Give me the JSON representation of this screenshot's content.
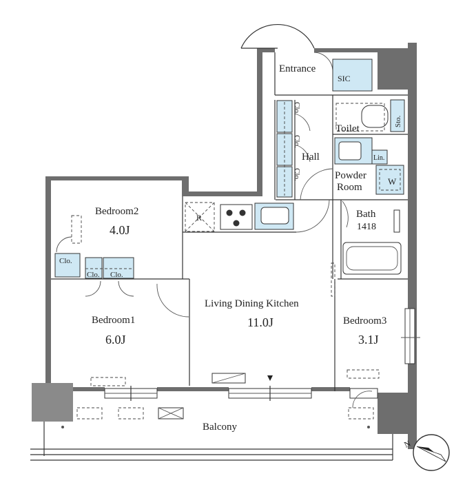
{
  "rooms": {
    "entrance": "Entrance",
    "sic": "SIC",
    "toilet": "Toilet",
    "sto": "Sto.",
    "hall": "Hall",
    "lin": "Lin.",
    "powder_room_line1": "Powder",
    "powder_room_line2": "Room",
    "washer": "W",
    "bath": "Bath",
    "bath_size": "1418",
    "bedroom2": "Bedroom2",
    "bedroom2_size": "4.0J",
    "bedroom1": "Bedroom1",
    "bedroom1_size": "6.0J",
    "bedroom3": "Bedroom3",
    "bedroom3_size": "3.1J",
    "ldk": "Living Dining Kitchen",
    "ldk_size": "11.0J",
    "balcony": "Balcony",
    "refrigerator": "R"
  },
  "closets": {
    "hall_clo_1": "Clo.",
    "hall_clo_2": "Clo.",
    "hall_clo_3": "Clo.",
    "bed2_clo": "Clo.",
    "bed1_clo_1": "Clo.",
    "bed1_clo_2": "Clo."
  },
  "compass": {
    "label": "N"
  },
  "colors": {
    "storage_fill": "#cfe8f4",
    "wall": "#6e6e6e"
  }
}
